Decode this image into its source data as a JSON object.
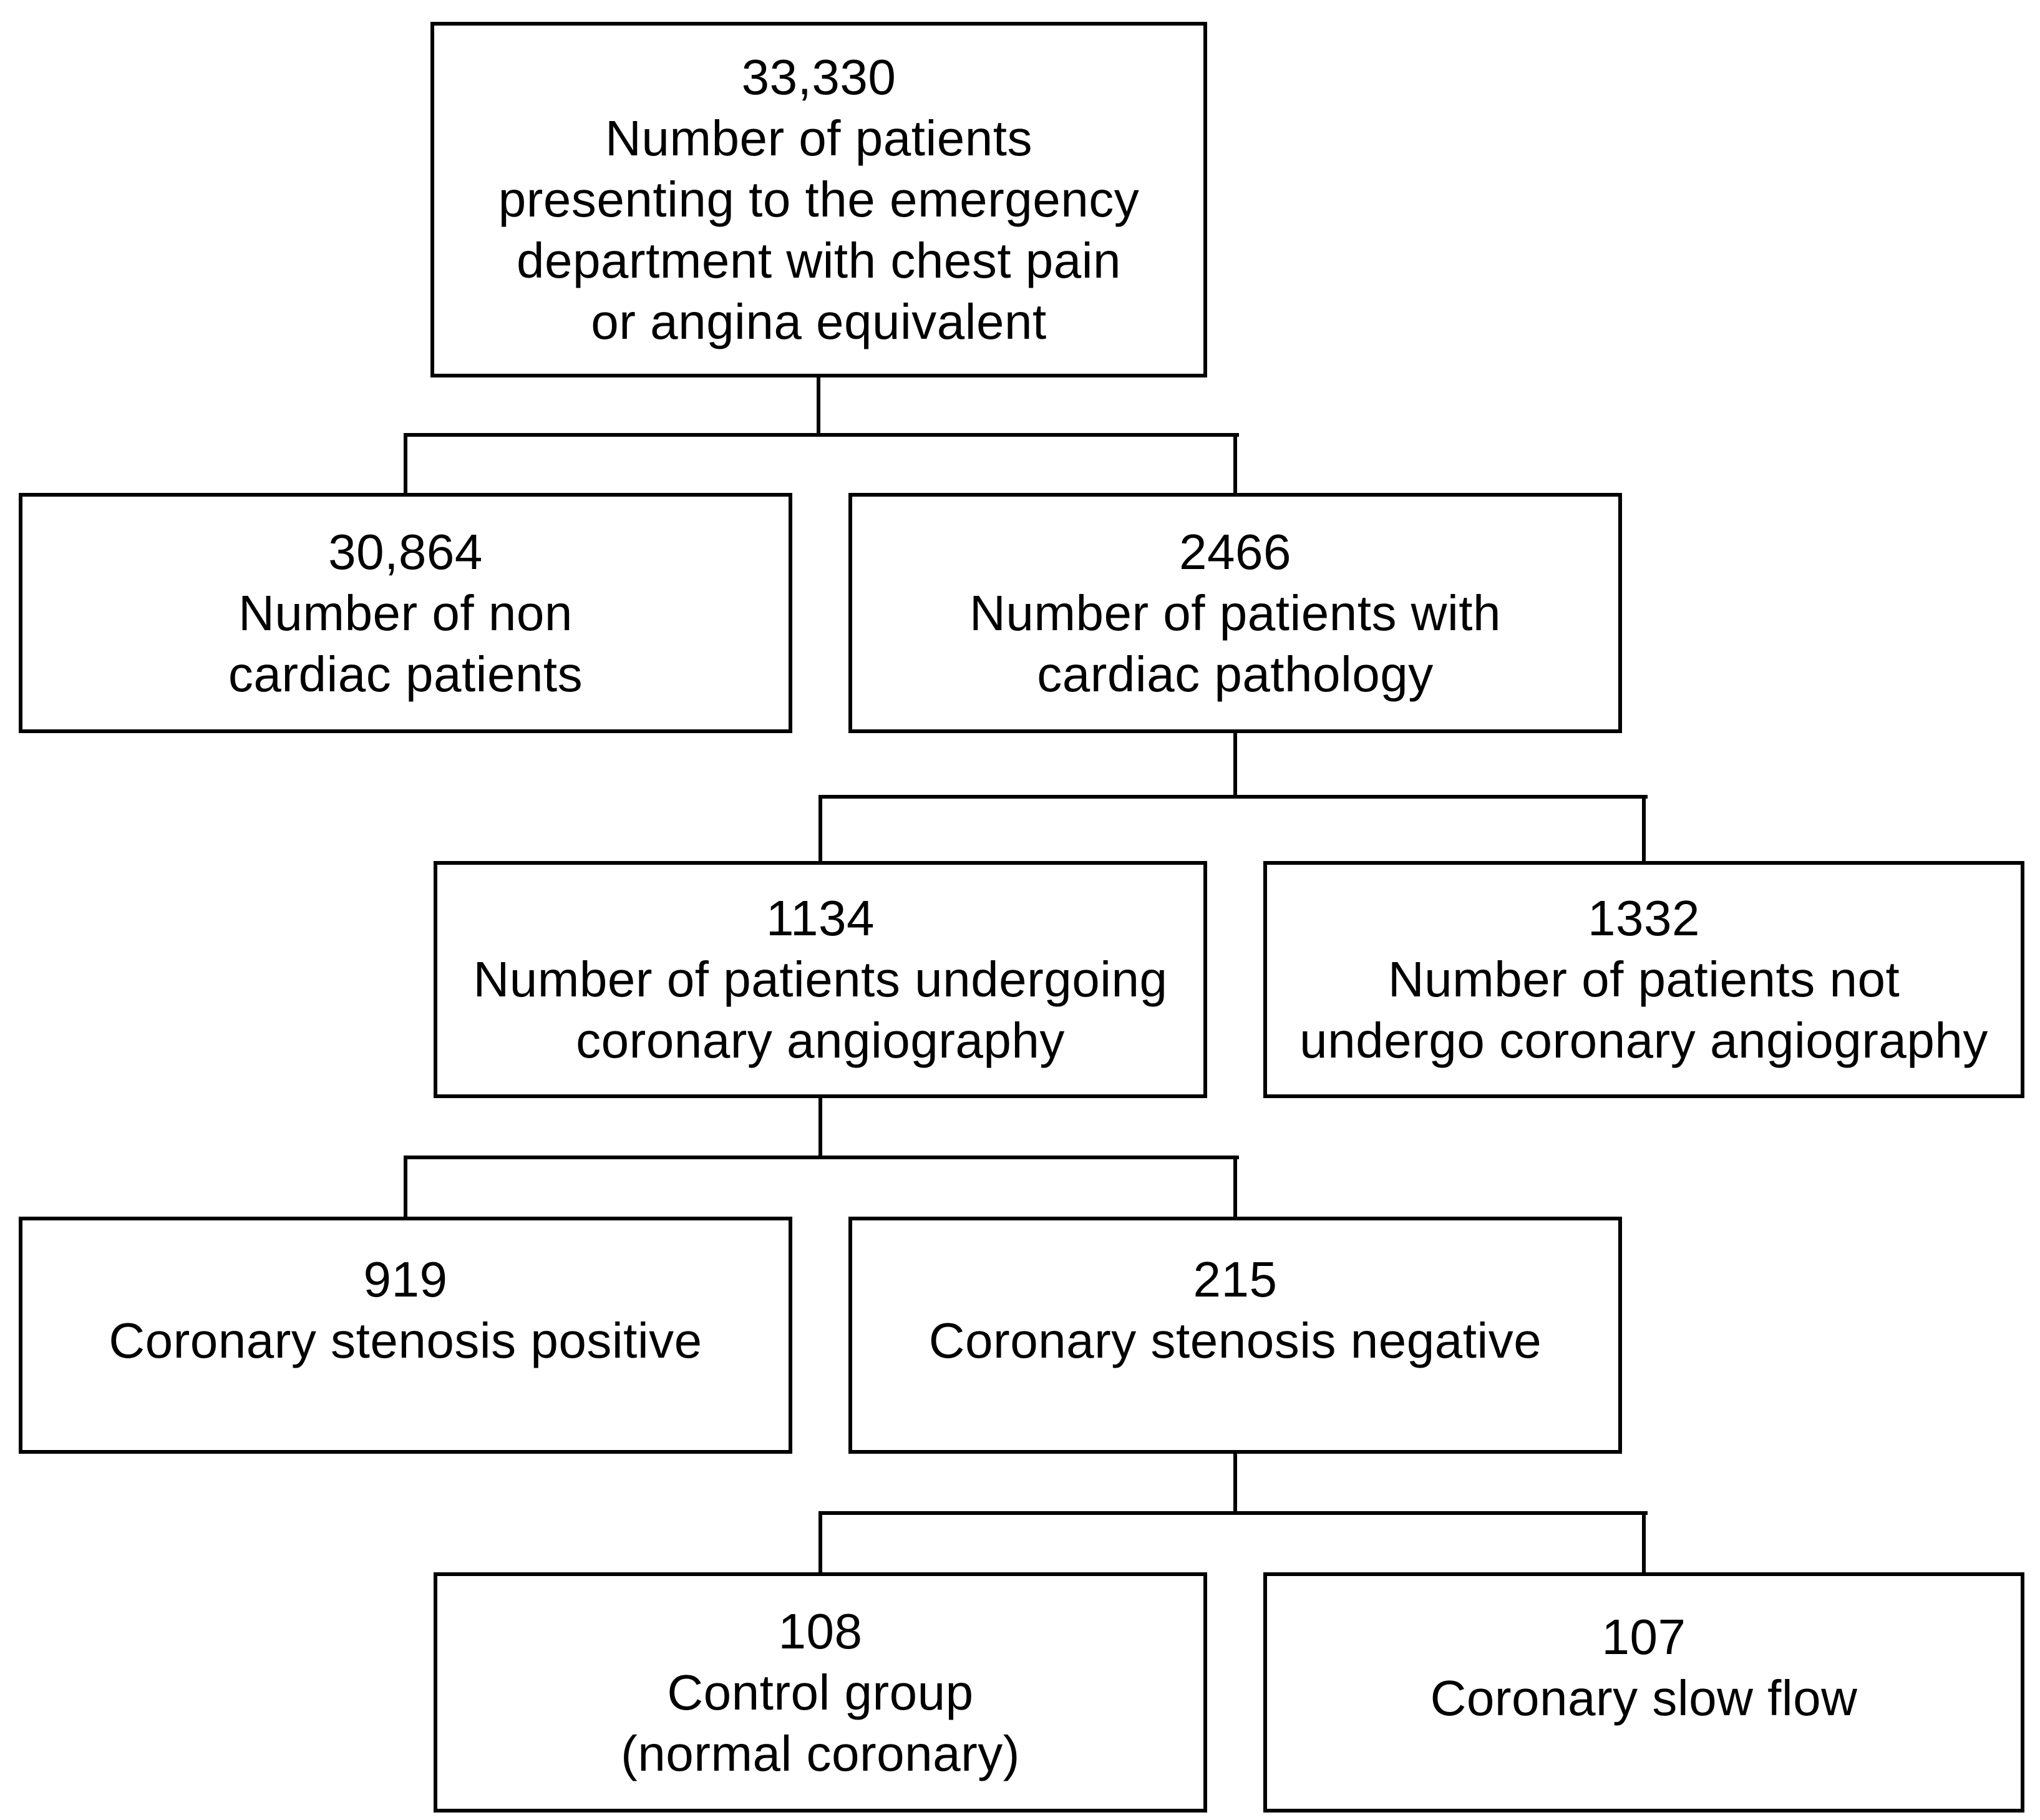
{
  "diagram": {
    "type": "flowchart",
    "background_color": "#ffffff",
    "line_color": "#000000",
    "text_color": "#000000",
    "nodes": [
      {
        "id": "ed-presentation",
        "count": "33,330",
        "lines": [
          "33,330",
          "Number of patients",
          "presenting to the emergency",
          "department with chest pain",
          "or angina equivalent"
        ]
      },
      {
        "id": "non-cardiac",
        "count": "30,864",
        "lines": [
          "30,864",
          "Number of non",
          "cardiac patients"
        ]
      },
      {
        "id": "cardiac-pathology",
        "count": "2466",
        "lines": [
          "2466",
          "Number of patients with",
          "cardiac pathology"
        ]
      },
      {
        "id": "coronary-angiography",
        "count": "1134",
        "lines": [
          "1134",
          "Number of patients undergoing",
          "coronary angiography"
        ]
      },
      {
        "id": "no-coronary-angiography",
        "count": "1332",
        "lines": [
          "1332",
          "Number of patients not",
          "undergo coronary angiography"
        ]
      },
      {
        "id": "stenosis-positive",
        "count": "919",
        "lines": [
          "919",
          "Coronary stenosis positive"
        ]
      },
      {
        "id": "stenosis-negative",
        "count": "215",
        "lines": [
          "215",
          "Coronary stenosis negative"
        ]
      },
      {
        "id": "control-group",
        "count": "108",
        "lines": [
          "108",
          "Control group",
          "(normal coronary)"
        ]
      },
      {
        "id": "coronary-slow-flow",
        "count": "107",
        "lines": [
          "107",
          "Coronary slow flow"
        ]
      }
    ],
    "edges": [
      {
        "from": "ed-presentation",
        "to": "non-cardiac"
      },
      {
        "from": "ed-presentation",
        "to": "cardiac-pathology"
      },
      {
        "from": "cardiac-pathology",
        "to": "coronary-angiography"
      },
      {
        "from": "cardiac-pathology",
        "to": "no-coronary-angiography"
      },
      {
        "from": "coronary-angiography",
        "to": "stenosis-positive"
      },
      {
        "from": "coronary-angiography",
        "to": "stenosis-negative"
      },
      {
        "from": "stenosis-negative",
        "to": "control-group"
      },
      {
        "from": "stenosis-negative",
        "to": "coronary-slow-flow"
      }
    ]
  }
}
